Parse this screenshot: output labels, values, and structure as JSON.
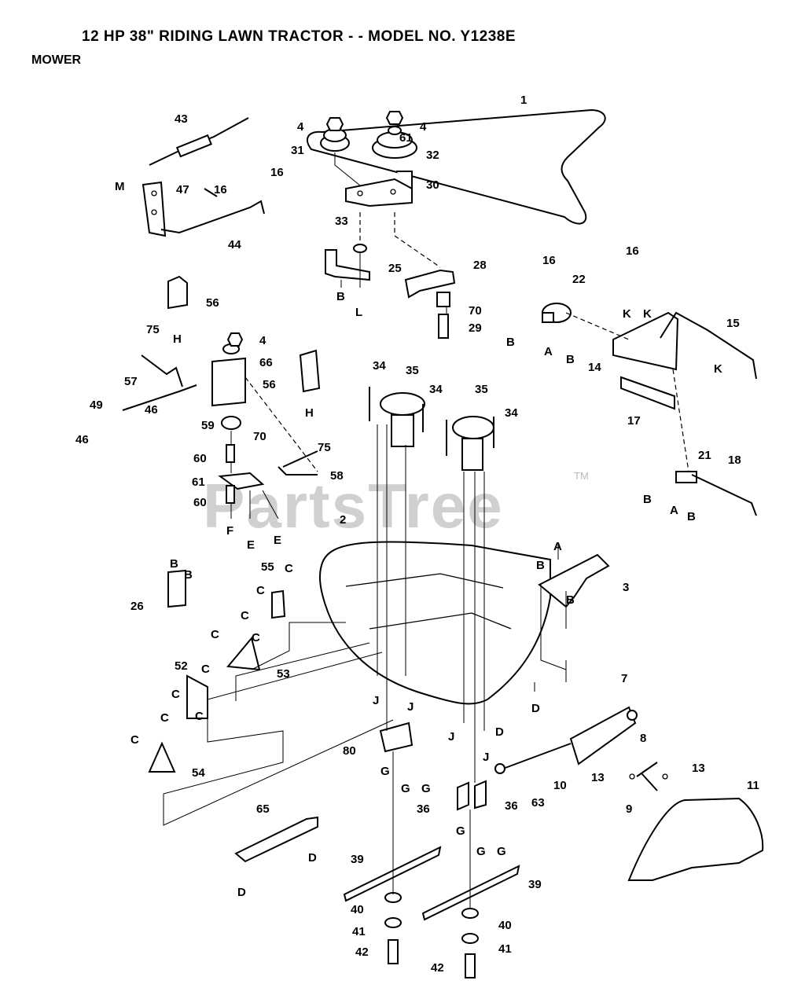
{
  "header": {
    "title": "12 HP 38\" RIDING LAWN TRACTOR - - MODEL NO. Y1238E",
    "section": "MOWER"
  },
  "watermark": {
    "brand": "PartsTree",
    "trademark": "TM"
  },
  "callouts": {
    "c1": "1",
    "c2": "2",
    "c3": "3",
    "c4a": "4",
    "c4b": "4",
    "c4c": "4",
    "c7": "7",
    "c8": "8",
    "c9": "9",
    "c10": "10",
    "c11": "11",
    "c13a": "13",
    "c13b": "13",
    "c14": "14",
    "c15": "15",
    "c16a": "16",
    "c16b": "16",
    "c16c": "16",
    "c16d": "16",
    "c17": "17",
    "c18": "18",
    "c21": "21",
    "c22": "22",
    "c25": "25",
    "c26": "26",
    "c28": "28",
    "c29": "29",
    "c30": "30",
    "c31": "31",
    "c32": "32",
    "c33": "33",
    "c34a": "34",
    "c34b": "34",
    "c34c": "34",
    "c35a": "35",
    "c35b": "35",
    "c36a": "36",
    "c36b": "36",
    "c39a": "39",
    "c39b": "39",
    "c40a": "40",
    "c40b": "40",
    "c41a": "41",
    "c41b": "41",
    "c42a": "42",
    "c42b": "42",
    "c43": "43",
    "c44": "44",
    "c46a": "46",
    "c46b": "46",
    "c47": "47",
    "c49": "49",
    "c52": "52",
    "c53": "53",
    "c54": "54",
    "c55": "55",
    "c56a": "56",
    "c56b": "56",
    "c57": "57",
    "c58": "58",
    "c59": "59",
    "c60a": "60",
    "c60b": "60",
    "c61a": "61",
    "c61b": "61",
    "c63": "63",
    "c65": "65",
    "c66": "66",
    "c70a": "70",
    "c70b": "70",
    "c75a": "75",
    "c75b": "75",
    "c80": "80"
  },
  "refs": {
    "A1": "A",
    "A2": "A",
    "A3": "A",
    "B1": "B",
    "B2": "B",
    "B3": "B",
    "B4": "B",
    "B5": "B",
    "B6": "B",
    "B7": "B",
    "B8": "B",
    "B9": "B",
    "C1": "C",
    "C2": "C",
    "C3": "C",
    "C4": "C",
    "C5": "C",
    "C6": "C",
    "C7": "C",
    "C8": "C",
    "C9": "C",
    "C10": "C",
    "D1": "D",
    "D2": "D",
    "D3": "D",
    "D4": "D",
    "E1": "E",
    "E2": "E",
    "F1": "F",
    "G1": "G",
    "G2": "G",
    "G3": "G",
    "G4": "G",
    "G5": "G",
    "G6": "G",
    "H1": "H",
    "H2": "H",
    "J1": "J",
    "J2": "J",
    "J3": "J",
    "J4": "J",
    "K1": "K",
    "K2": "K",
    "K3": "K",
    "L1": "L",
    "M1": "M"
  }
}
